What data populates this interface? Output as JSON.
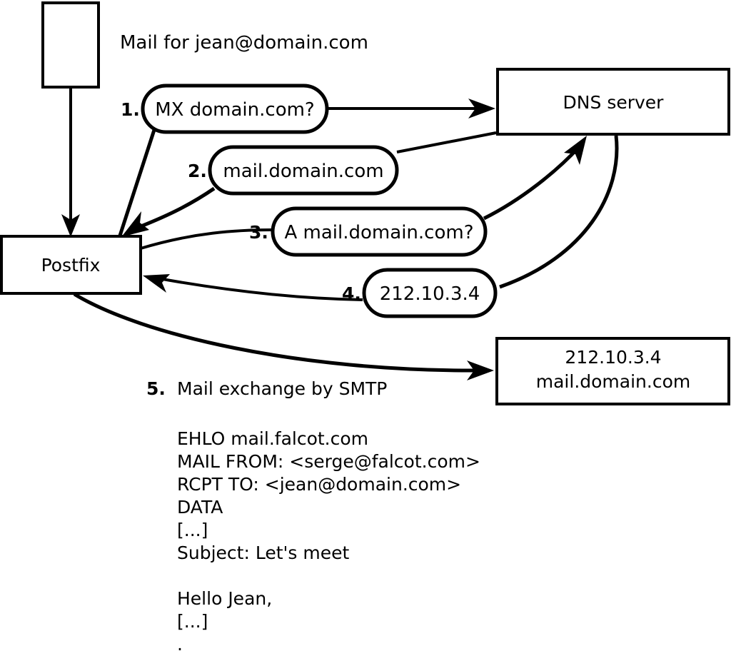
{
  "diagram": {
    "title_caption": "Mail for jean@domain.com",
    "nodes": {
      "source_box": {
        "label": ""
      },
      "postfix_box": {
        "label": "Postfix"
      },
      "dns_box": {
        "label": "DNS server"
      },
      "target_box": {
        "line1": "212.10.3.4",
        "line2": "mail.domain.com"
      }
    },
    "steps": [
      {
        "num": "1.",
        "label": "MX domain.com?"
      },
      {
        "num": "2.",
        "label": "mail.domain.com"
      },
      {
        "num": "3.",
        "label": "A mail.domain.com?"
      },
      {
        "num": "4.",
        "label": "212.10.3.4"
      }
    ],
    "step5": {
      "num": "5.",
      "label": "Mail exchange by SMTP"
    },
    "smtp_transcript": [
      "EHLO mail.falcot.com",
      "MAIL FROM: <serge@falcot.com>",
      "RCPT TO: <jean@domain.com>",
      "DATA",
      "[...]",
      "Subject: Let's meet",
      "",
      "Hello Jean,",
      "[...]",
      "."
    ],
    "colors": {
      "background": "#ffffff",
      "stroke": "#000000",
      "text": "#000000"
    }
  }
}
